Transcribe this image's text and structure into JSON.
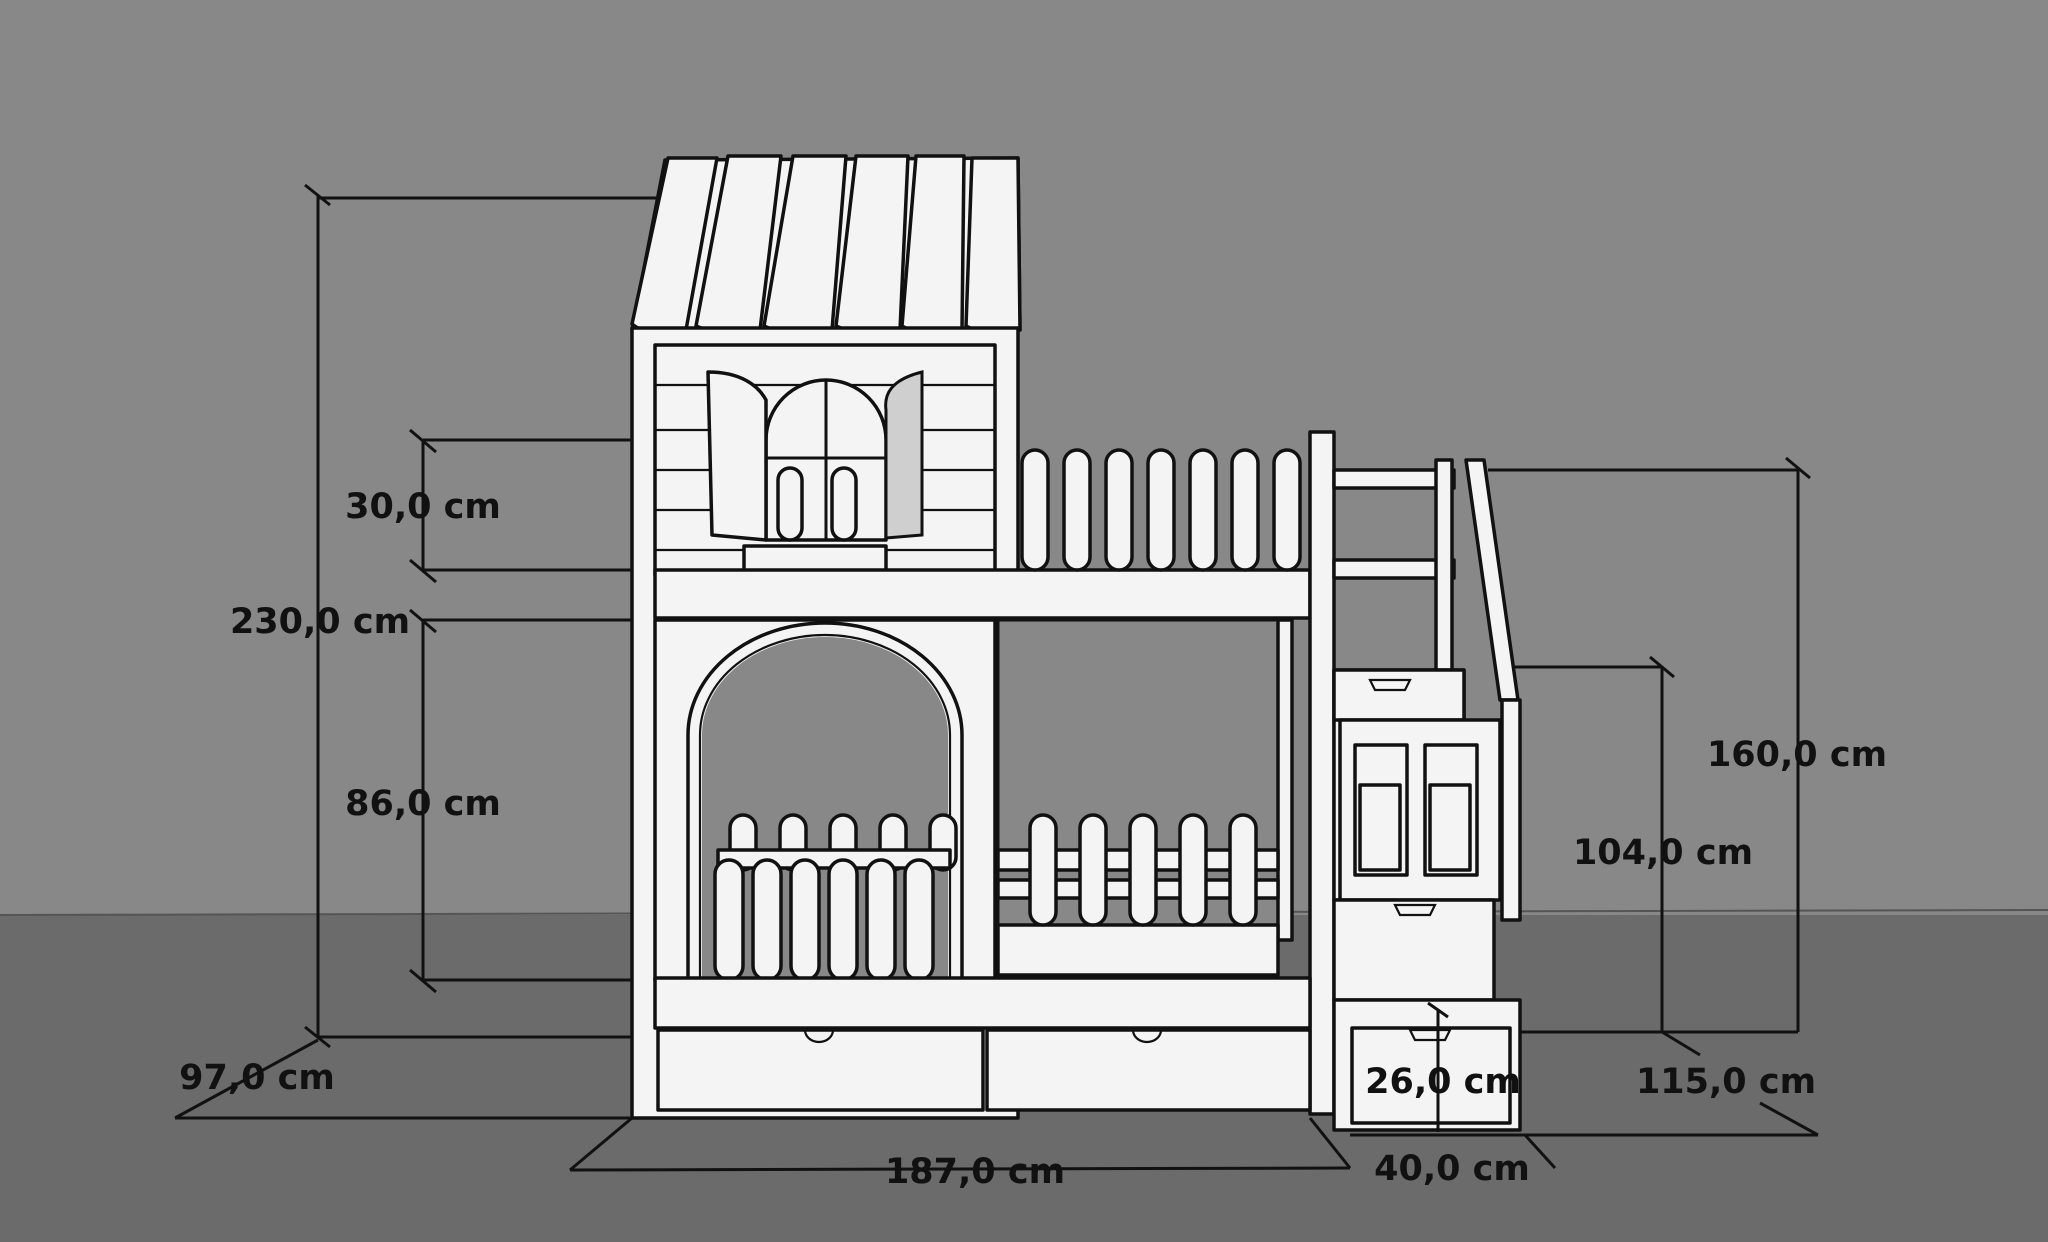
{
  "colors": {
    "wall": "#888888",
    "floor": "#6b6b6b",
    "line": "#111111",
    "furniture": "#f4f4f4"
  },
  "dimensions": {
    "total_height": "230,0 cm",
    "upper_rail": "30,0 cm",
    "lower_opening": "86,0 cm",
    "depth": "97,0 cm",
    "length": "187,0 cm",
    "stairs_height": "160,0 cm",
    "stairs_mid": "104,0 cm",
    "step_height": "26,0 cm",
    "stairs_depth": "115,0 cm",
    "step_width": "40,0 cm"
  }
}
